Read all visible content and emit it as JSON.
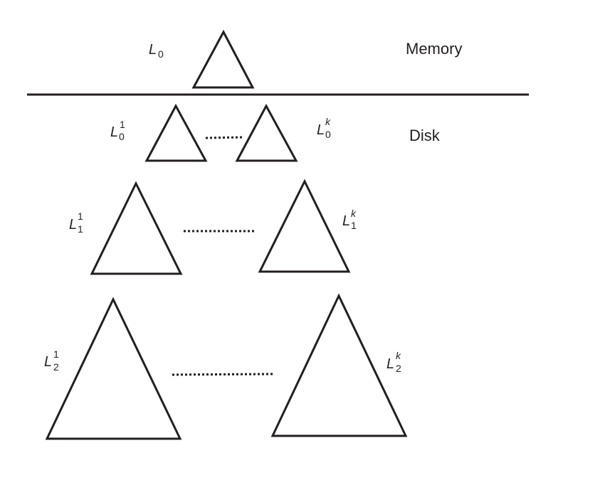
{
  "regions": {
    "memory": "Memory",
    "disk": "Disk"
  },
  "labels": {
    "l0": {
      "base": "L",
      "sub": "0"
    },
    "l0_1": {
      "base": "L",
      "sub": "0",
      "sup": "1"
    },
    "l0_k": {
      "base": "L",
      "sub": "0",
      "sup": "k"
    },
    "l1_1": {
      "base": "L",
      "sub": "1",
      "sup": "1"
    },
    "l1_k": {
      "base": "L",
      "sub": "1",
      "sup": "k"
    },
    "l2_1": {
      "base": "L",
      "sub": "2",
      "sup": "1"
    },
    "l2_k": {
      "base": "L",
      "sub": "2",
      "sup": "k"
    }
  }
}
